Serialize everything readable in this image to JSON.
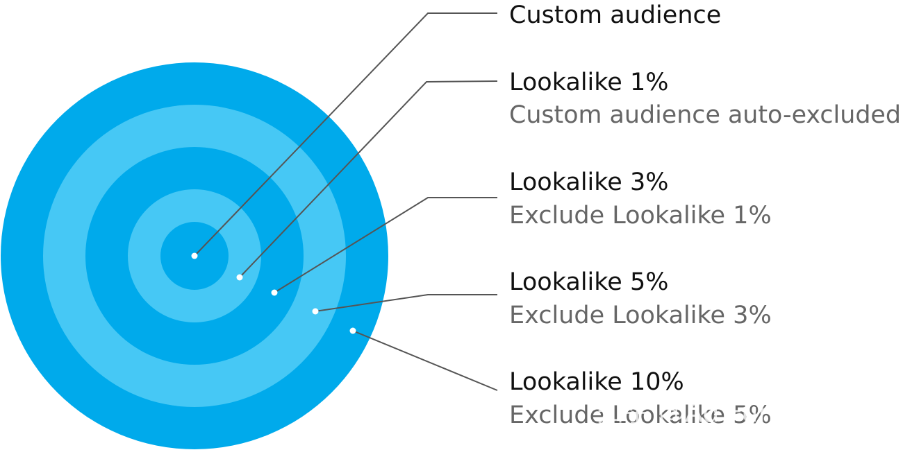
{
  "colors": {
    "ring_dark": "#00aaeb",
    "ring_light": "#46c8f5",
    "text_primary": "#111111",
    "text_secondary": "#666666",
    "leader_line": "#555555",
    "marker": "#ffffff"
  },
  "rings": [
    {
      "id": "ring-lookalike-10",
      "color": "#00aaeb"
    },
    {
      "id": "ring-lookalike-5",
      "color": "#46c8f5"
    },
    {
      "id": "ring-lookalike-3",
      "color": "#00aaeb"
    },
    {
      "id": "ring-lookalike-1",
      "color": "#46c8f5"
    },
    {
      "id": "ring-custom-audience",
      "color": "#00aaeb"
    }
  ],
  "labels": [
    {
      "id": "custom-audience",
      "title": "Custom audience",
      "subtitle": ""
    },
    {
      "id": "lookalike-1",
      "title": "Lookalike 1%",
      "subtitle": "Custom audience auto-excluded"
    },
    {
      "id": "lookalike-3",
      "title": "Lookalike 3%",
      "subtitle": "Exclude Lookalike 1%"
    },
    {
      "id": "lookalike-5",
      "title": "Lookalike 5%",
      "subtitle": "Exclude Lookalike 3%"
    },
    {
      "id": "lookalike-10",
      "title": "Lookalike 10%",
      "subtitle": "Exclude Lookalike 5%"
    }
  ],
  "watermark": "知乎 @Ad Fun 出海广告"
}
